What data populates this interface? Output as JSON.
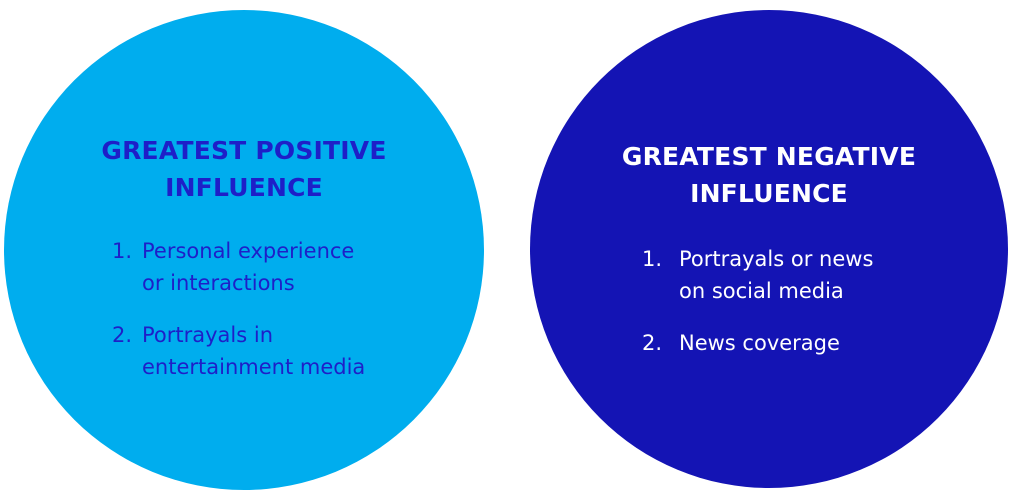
{
  "colors": {
    "positive_fill": "#00adee",
    "positive_text": "#1e1fc8",
    "negative_fill": "#1414b4",
    "negative_text": "#ffffff"
  },
  "positive": {
    "title_line1": "GREATEST POSITIVE",
    "title_line2": "INFLUENCE",
    "items": [
      {
        "number": "1.",
        "line1": "Personal experience",
        "line2": "or interactions"
      },
      {
        "number": "2.",
        "line1": "Portrayals in",
        "line2": "entertainment media"
      }
    ]
  },
  "negative": {
    "title_line1": "GREATEST NEGATIVE",
    "title_line2": "INFLUENCE",
    "items": [
      {
        "number": "1.",
        "line1": "Portrayals or news",
        "line2": "on social media"
      },
      {
        "number": "2.",
        "line1": "News coverage"
      }
    ]
  }
}
